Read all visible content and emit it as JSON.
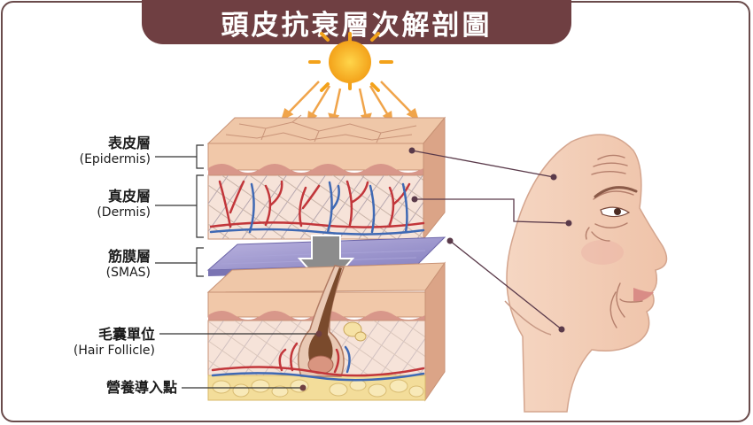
{
  "title": "頭皮抗衰層次解剖圖",
  "labels": {
    "epidermis": {
      "zh": "表皮層",
      "en": "(Epidermis)"
    },
    "dermis": {
      "zh": "真皮層",
      "en": "(Dermis)"
    },
    "smas": {
      "zh": "筋膜層",
      "en": "(SMAS)"
    },
    "follicle": {
      "zh": "毛囊單位",
      "en": "(Hair Follicle)"
    },
    "nutrient": {
      "zh": "營養導入點"
    }
  },
  "colors": {
    "title_bg": "#6f3f42",
    "skin": "#f0c9ad",
    "skin_dark": "#d9a185",
    "smas": "#9a93c9",
    "artery": "#c2363a",
    "vein": "#3f69b4",
    "fat": "#f3dd9a",
    "sun": "#f6b52b"
  }
}
